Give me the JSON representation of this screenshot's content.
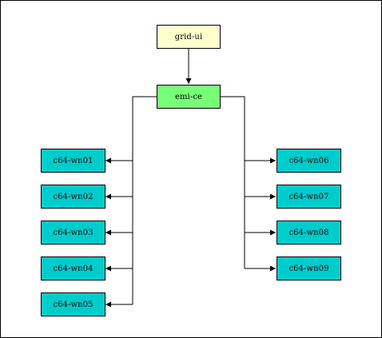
{
  "colors": {
    "root": "#ffffcc",
    "ce": "#77ff77",
    "worker": "#00cccc",
    "edge": "#000000"
  },
  "nodes": {
    "grid_ui": "grid-ui",
    "emi_ce": "emi-ce",
    "wn01": "c64-wn01",
    "wn02": "c64-wn02",
    "wn03": "c64-wn03",
    "wn04": "c64-wn04",
    "wn05": "c64-wn05",
    "wn06": "c64-wn06",
    "wn07": "c64-wn07",
    "wn08": "c64-wn08",
    "wn09": "c64-wn09"
  },
  "edges": [
    [
      "grid_ui",
      "emi_ce"
    ],
    [
      "emi_ce",
      "wn01"
    ],
    [
      "emi_ce",
      "wn02"
    ],
    [
      "emi_ce",
      "wn03"
    ],
    [
      "emi_ce",
      "wn04"
    ],
    [
      "emi_ce",
      "wn05"
    ],
    [
      "emi_ce",
      "wn06"
    ],
    [
      "emi_ce",
      "wn07"
    ],
    [
      "emi_ce",
      "wn08"
    ],
    [
      "emi_ce",
      "wn09"
    ]
  ]
}
